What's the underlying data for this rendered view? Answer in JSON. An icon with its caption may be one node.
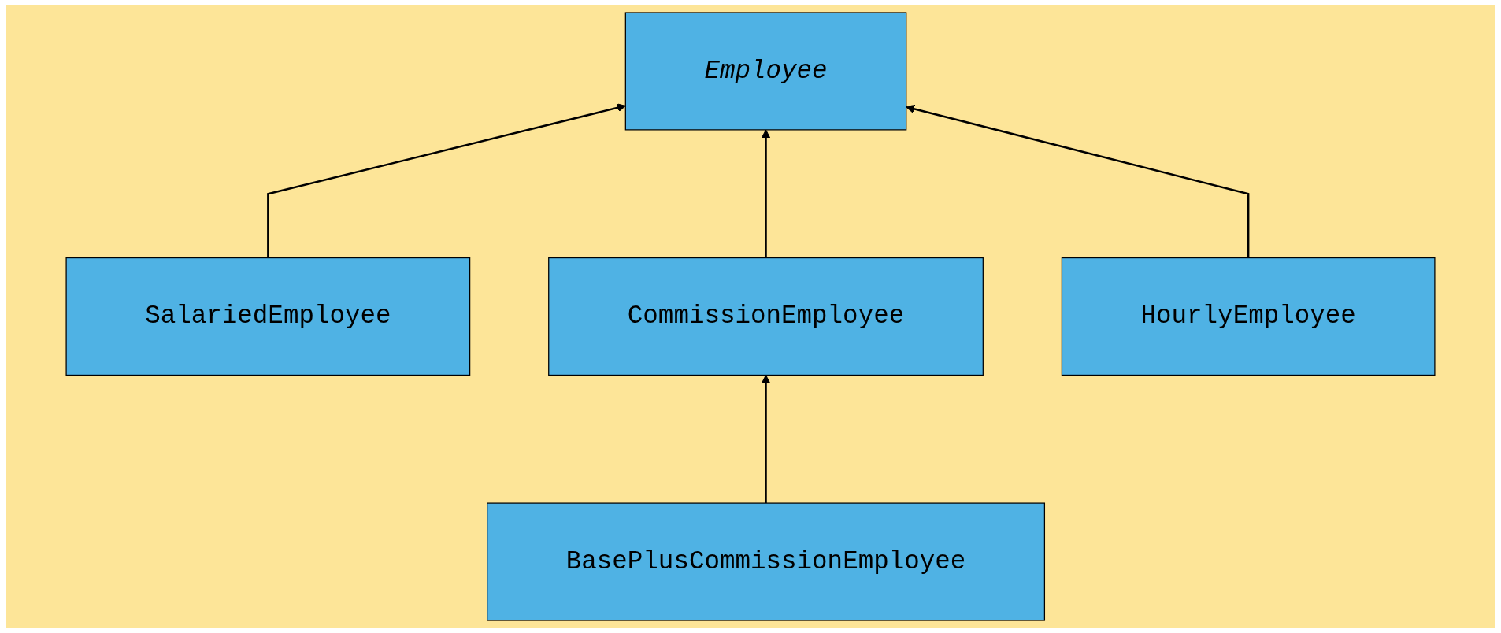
{
  "diagram": {
    "nodes": [
      {
        "text": [
          "Employee"
        ]
      },
      {
        "text": [
          "SalariedEmployee"
        ]
      },
      {
        "text": [
          "CommissionEmployee"
        ]
      },
      {
        "text": [
          "HourlyEmployee"
        ]
      },
      {
        "text": [
          "BasePlusCommissionEmployee"
        ]
      }
    ],
    "edges": [
      {
        "from": 1,
        "to": 0,
        "arrow": "to"
      },
      {
        "from": 2,
        "to": 0,
        "arrow": "to"
      },
      {
        "from": 3,
        "to": 0,
        "arrow": "to"
      },
      {
        "from": 4,
        "to": 2,
        "arrow": "to"
      }
    ]
  }
}
